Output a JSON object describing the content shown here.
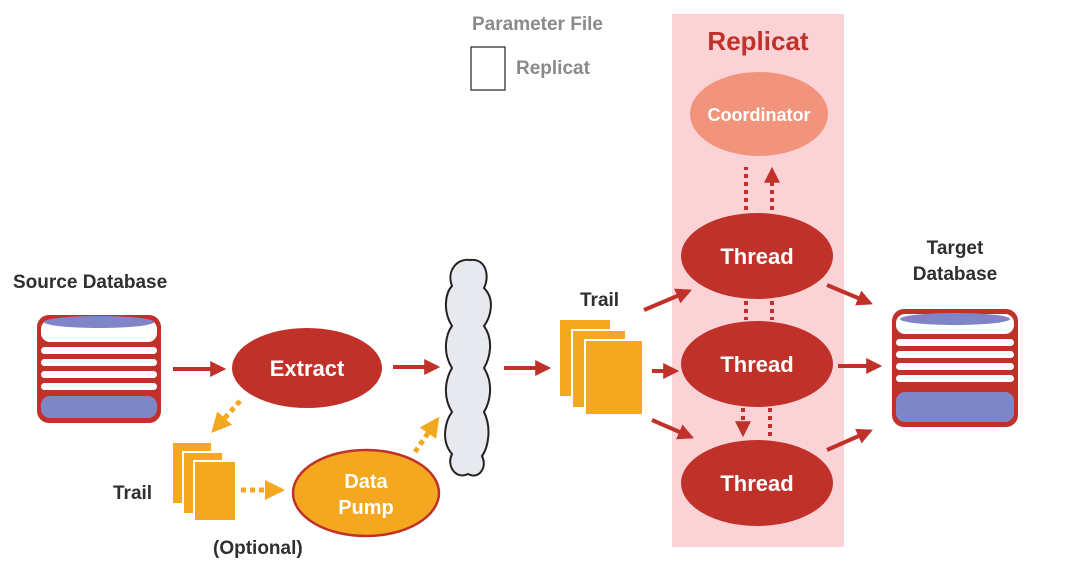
{
  "legend": {
    "title": "Parameter File",
    "item_label": "Replicat"
  },
  "replicat_group": {
    "title": "Replicat"
  },
  "nodes": {
    "source_db": "Source Database",
    "target_db_line1": "Target",
    "target_db_line2": "Database",
    "extract": "Extract",
    "data_pump_line1": "Data",
    "data_pump_line2": "Pump",
    "coordinator": "Coordinator",
    "thread_1": "Thread",
    "thread_2": "Thread",
    "thread_3": "Thread",
    "trail_local": "Trail",
    "trail_optional": "(Optional)",
    "trail_remote": "Trail"
  },
  "colors": {
    "red": "#c0312a",
    "orange": "#f4a81f",
    "salmon": "#f2947c",
    "pink_panel": "#fbd2d5",
    "db_blue": "#7f86c8",
    "cloud": "#e7e9ee"
  }
}
